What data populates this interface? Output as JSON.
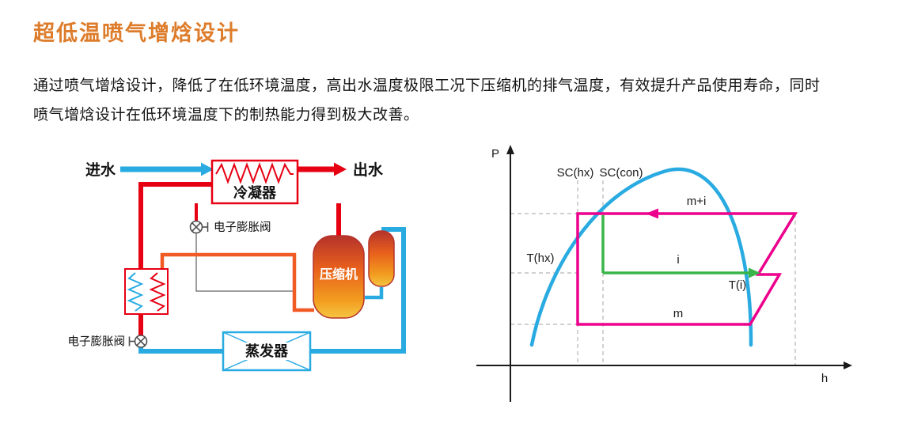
{
  "header": {
    "title": "超低温喷气增焓设计",
    "description_line1": "通过喷气增焓设计，降低了在低环境温度，高出水温度极限工况下压缩机的排气温度，有效提升产品使用寿命，同时",
    "description_line2": "喷气增焓设计在低环境温度下的制热能力得到极大改善。"
  },
  "colors": {
    "title_orange": "#DD7C2A",
    "pipe_red": "#E60012",
    "pipe_blue": "#29ABE2",
    "pipe_orange": "#F15A24",
    "dome_blue": "#29ABE2",
    "cycle_magenta": "#EC008C",
    "injection_green": "#39B54A"
  },
  "schematic": {
    "water_in": "进水",
    "water_out": "出水",
    "condenser": "冷凝器",
    "eev": "电子膨胀阀",
    "compressor": "压缩机",
    "evaporator": "蒸发器"
  },
  "ph_chart": {
    "y_axis": "P",
    "x_axis": "h",
    "sc_hx": "SC(hx)",
    "sc_con": "SC(con)",
    "t_hx": "T(hx)",
    "t_i": "T(i)",
    "flow_top": "m+i",
    "flow_injection": "i",
    "flow_main": "m"
  }
}
